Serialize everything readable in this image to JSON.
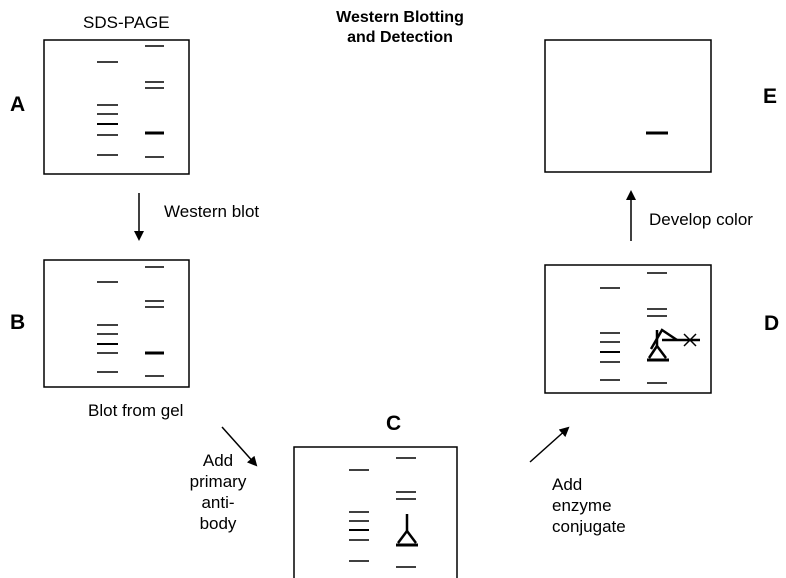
{
  "title_lines": [
    "Western Blotting",
    "and Detection"
  ],
  "panels": {
    "A": {
      "letter": "A",
      "caption": "SDS-PAGE"
    },
    "B": {
      "letter": "B",
      "caption": "Blot from gel"
    },
    "C": {
      "letter": "C"
    },
    "D": {
      "letter": "D"
    },
    "E": {
      "letter": "E"
    }
  },
  "steps": {
    "western_blot": "Western blot",
    "primary": [
      "Add",
      "primary",
      "anti-",
      "body"
    ],
    "enzyme": [
      "Add",
      "enzyme",
      "conjugate"
    ],
    "develop": "Develop color"
  }
}
